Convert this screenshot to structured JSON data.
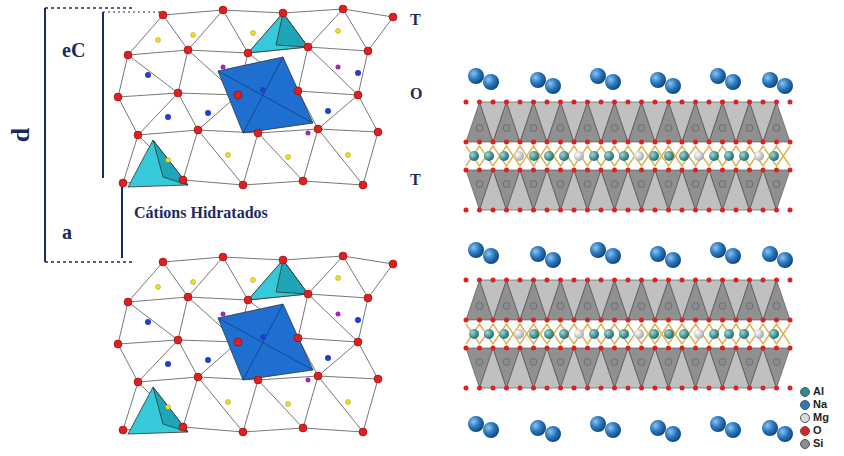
{
  "diagram": {
    "labels": [
      "d",
      "eC",
      "a",
      "Cátions Hidratados",
      "T",
      "O",
      "T"
    ],
    "legend": [
      {
        "text": "Al",
        "color": "#2e8b8f"
      },
      {
        "text": "Na",
        "color": "#2a78c0"
      },
      {
        "text": "Mg",
        "color": "#d9d9d9"
      },
      {
        "text": "O",
        "color": "#e02020"
      },
      {
        "text": "Si",
        "color": "#8c8c8c"
      }
    ]
  }
}
